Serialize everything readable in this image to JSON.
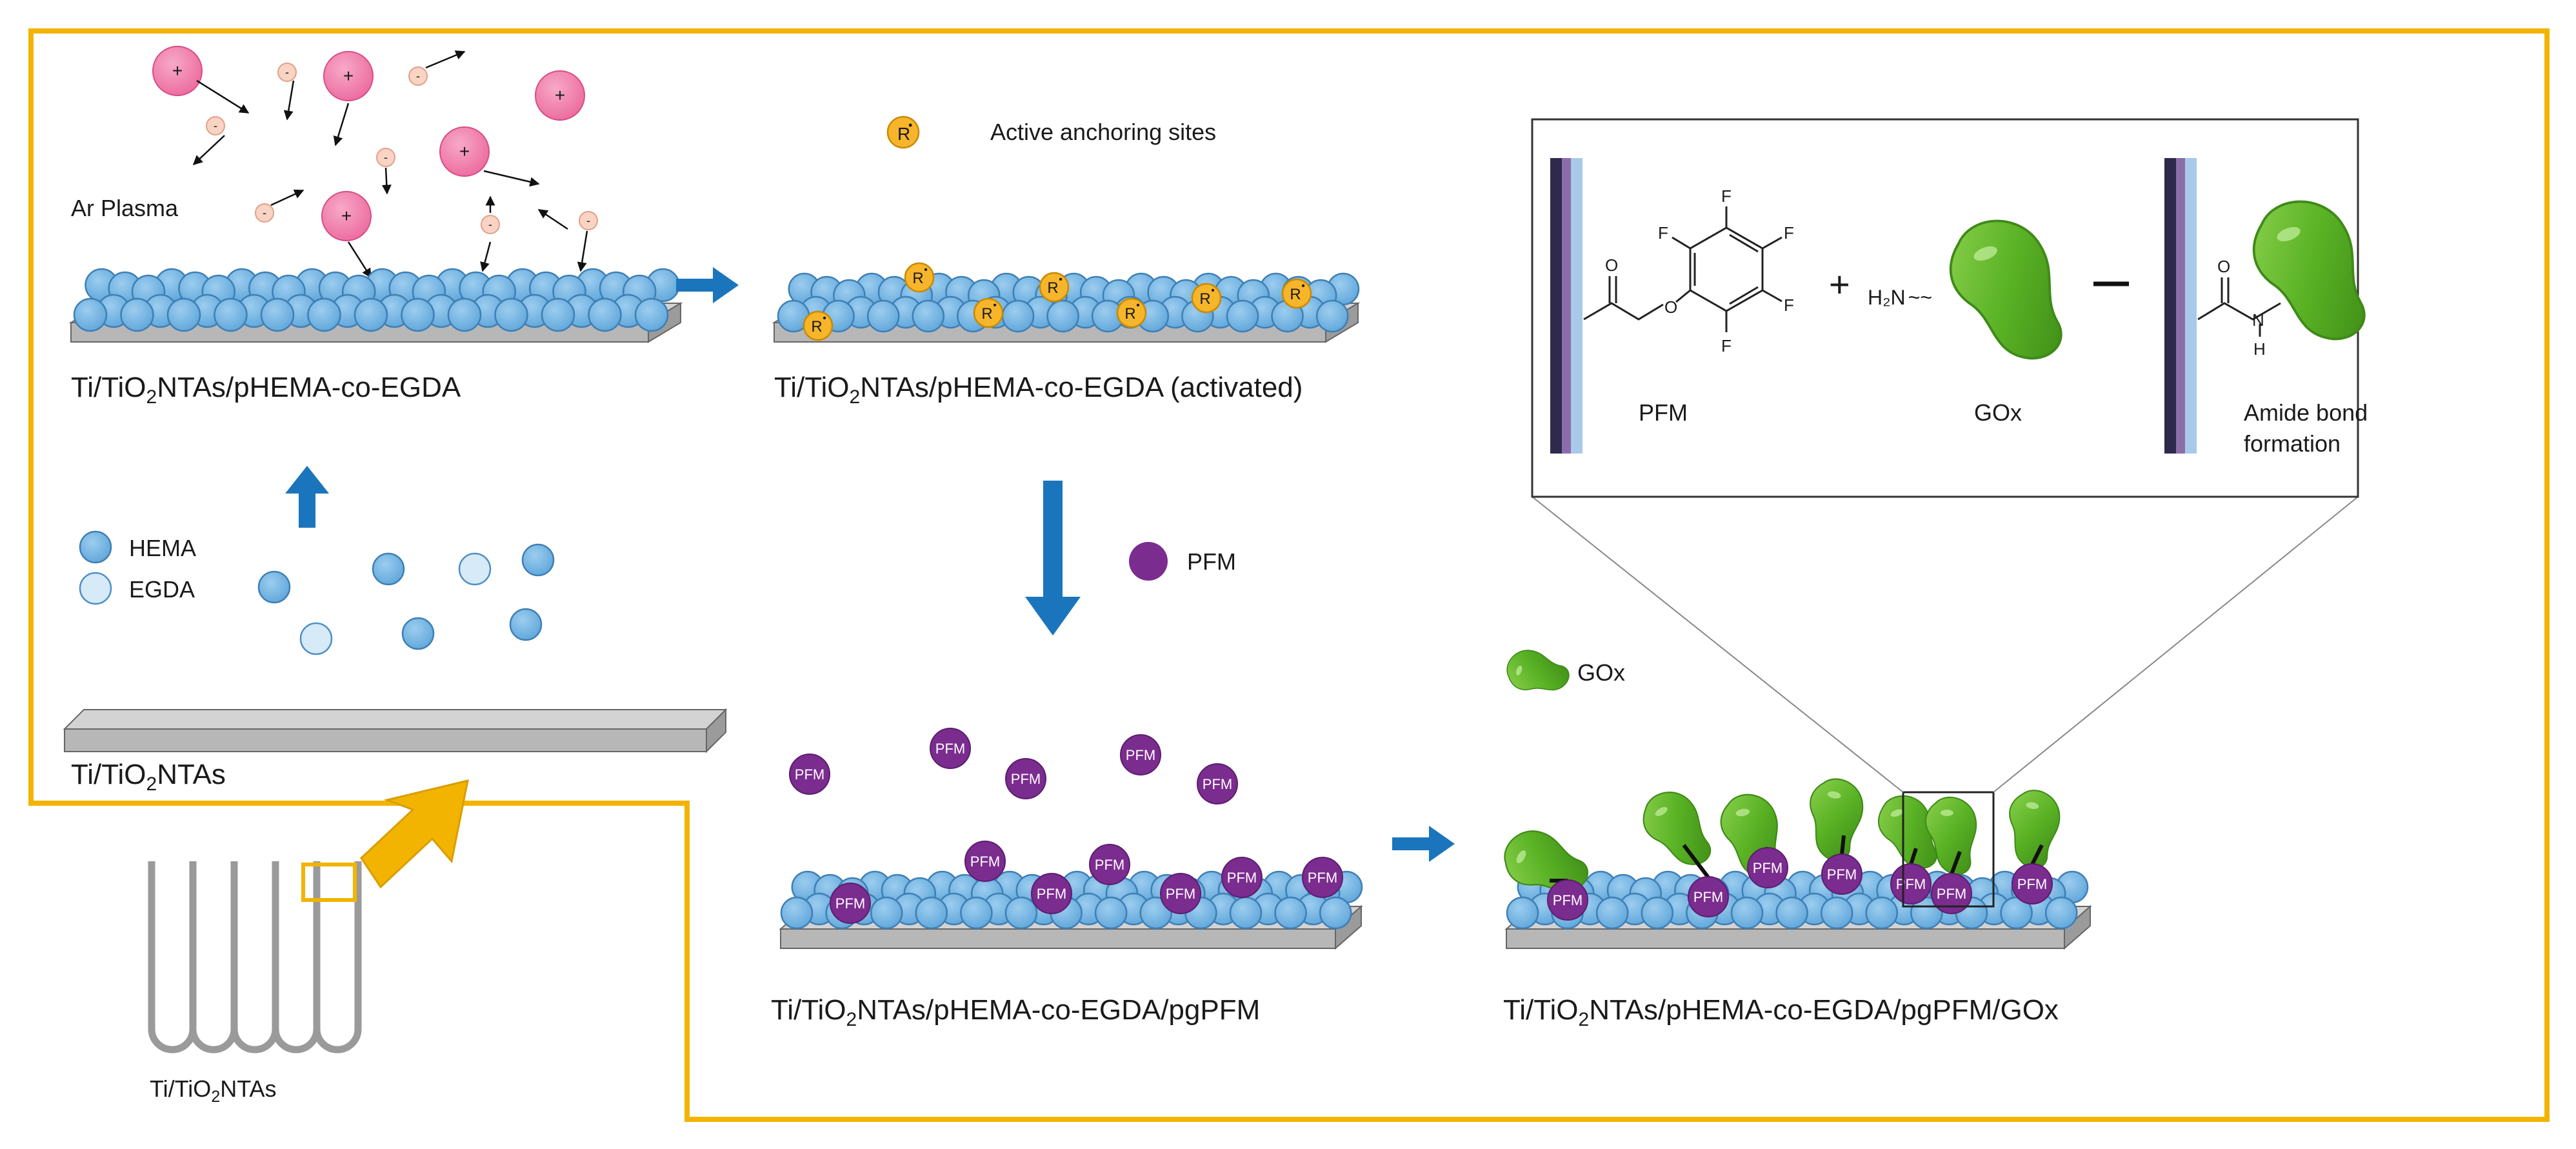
{
  "labels": {
    "ar_plasma": "Ar Plasma",
    "active_sites": "Active anchoring sites",
    "r_symbol": "R",
    "r_dot": "•",
    "plus": "+",
    "minus": "-",
    "hema": "HEMA",
    "egda": "EGDA",
    "pfm": "PFM",
    "gox": "GOx"
  },
  "substrates": {
    "ti_prefix": "Ti/TiO",
    "sub2": "2",
    "stage1_suffix": "NTAs/pHEMA-co-EGDA",
    "stage2_suffix": "NTAs/pHEMA-co-EGDA (activated)",
    "stage3_suffix": "NTAs",
    "stage4_suffix": "NTAs/pHEMA-co-EGDA/pgPFM",
    "stage5_suffix": "NTAs/pHEMA-co-EGDA/pgPFM/GOx",
    "nanotube_suffix": "NTAs"
  },
  "inset": {
    "pfm": "PFM",
    "gox": "GOx",
    "amide_line1": "Amide bond",
    "amide_line2": "formation",
    "plus": "+",
    "h2n": "H₂N",
    "wave": "~~",
    "atom_F": "F",
    "atom_O": "O",
    "atom_N": "N",
    "atom_H": "H"
  },
  "colors": {
    "frame": "#F2B400",
    "arrow": "#1B75BC",
    "hema": "#6FB3E3",
    "egda": "#D2E8F6",
    "plasma_pos": "#F07BAA",
    "plasma_neg": "#F9D3C3",
    "pfm": "#7B2C8F",
    "gox": "#59B224",
    "anchor": "#F7B52B",
    "slab": "#B7B7B7"
  }
}
